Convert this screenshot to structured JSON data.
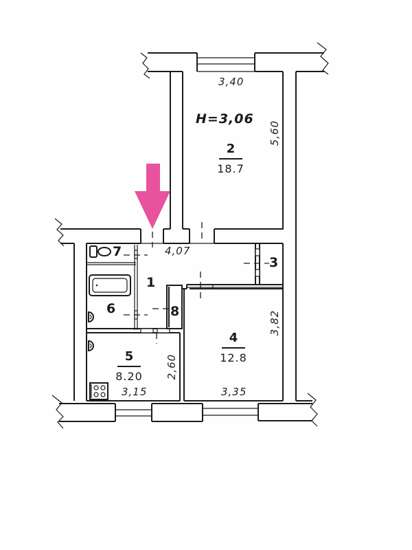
{
  "plan": {
    "ceiling_height": "H=3,06",
    "marker": {
      "type": "entrance-arrow",
      "color": "#e8529e",
      "direction": "down"
    },
    "rooms": [
      {
        "id": "1",
        "label": "1",
        "type": "hallway"
      },
      {
        "id": "2",
        "label": "2",
        "area": "18.7",
        "type": "living-room"
      },
      {
        "id": "3",
        "label": "3",
        "type": "storage"
      },
      {
        "id": "4",
        "label": "4",
        "area": "12.8",
        "type": "bedroom"
      },
      {
        "id": "5",
        "label": "5",
        "area": "8.20",
        "type": "kitchen"
      },
      {
        "id": "6",
        "label": "6",
        "type": "bathroom"
      },
      {
        "id": "7",
        "label": "7",
        "type": "toilet"
      },
      {
        "id": "8",
        "label": "8",
        "type": "closet"
      }
    ],
    "dimensions": {
      "room2_width": "3,40",
      "room2_length": "5,60",
      "hall_length": "4,07",
      "room4_length": "3,82",
      "room4_width": "3,35",
      "room5_length": "2,60",
      "room5_width": "3,15"
    },
    "fixtures": [
      "toilet",
      "bathtub",
      "sink",
      "sink",
      "stove"
    ]
  }
}
